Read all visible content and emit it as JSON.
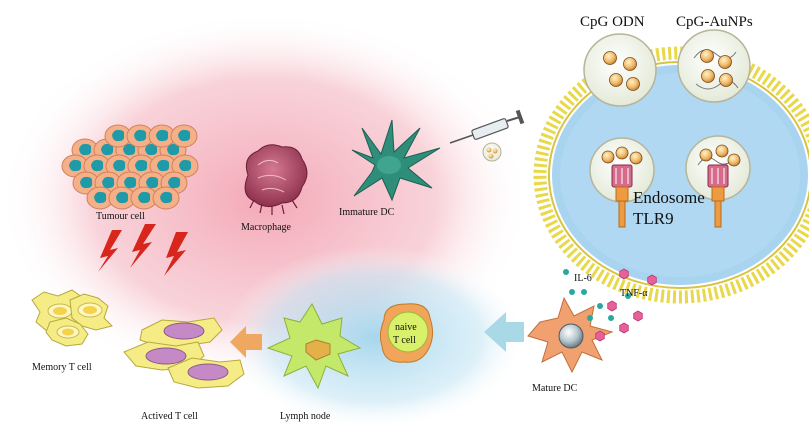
{
  "labels": {
    "cpg_odn": "CpG ODN",
    "cpg_aunps": "CpG-AuNPs",
    "endosome": "Endosome",
    "tlr9": "TLR9",
    "tumour_cell": "Tumour cell",
    "macrophage": "Macrophage",
    "immature_dc": "Immature DC",
    "memory_t_cell": "Memory T cell",
    "actived_t_cell": "Actived T cell",
    "lymph_node": "Lymph node",
    "naive_line1": "naive",
    "naive_line2": "T cell",
    "mature_dc": "Mature DC",
    "il6": "IL-6",
    "tnf_alpha": "TNF-α"
  },
  "colors": {
    "tumour_zone": "#f4b8c2",
    "lymph_zone": "#a8d8ee",
    "cell_membrane": "#f2e36a",
    "cell_cytoplasm": "#a9d4f0",
    "tumour_cell_body": "#f5b088",
    "tumour_nucleus": "#1f9aa8",
    "immature_dc": "#2d8c7a",
    "macrophage": "#b04a68",
    "t_cell": "#f5ec86",
    "lymph_cell": "#c4e86a",
    "arrow": "#d9261c",
    "orange_arrow": "#f0a860",
    "blue_arrow": "#a9d8e6",
    "cytokine": "#e8609a"
  },
  "icons": [
    "syringe-icon",
    "lightning-bolt-icon",
    "block-arrow-icon",
    "nanoparticle-icon",
    "receptor-icon"
  ]
}
